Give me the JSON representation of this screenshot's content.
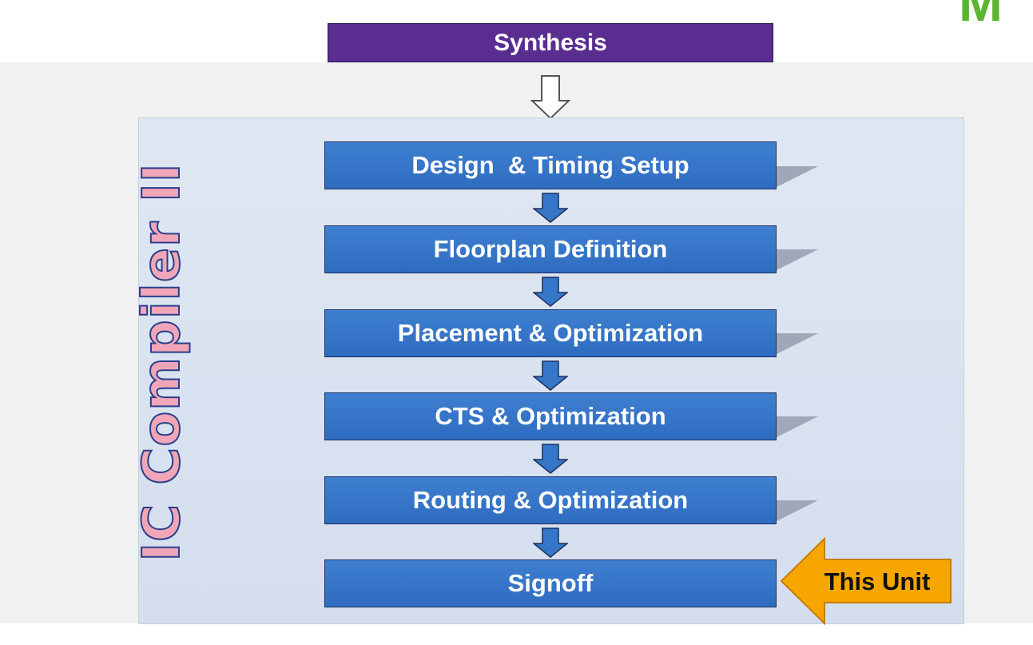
{
  "logo": {
    "text": "M"
  },
  "top_box": {
    "label": "Synthesis"
  },
  "vertical_label": "IC Compiler II",
  "stages": [
    {
      "label": "Design  & Timing Setup"
    },
    {
      "label": "Floorplan Definition"
    },
    {
      "label": "Placement & Optimization"
    },
    {
      "label": "CTS & Optimization"
    },
    {
      "label": "Routing & Optimization"
    },
    {
      "label": "Signoff"
    }
  ],
  "callout": {
    "label": "This Unit"
  },
  "colors": {
    "synthesis_fill": "#5a2d91",
    "stage_fill": "#3576c8",
    "panel_fill": "#dbe4f1",
    "callout_fill": "#f7a600",
    "label_fill": "#f1a6b8",
    "label_stroke": "#2a3f8c",
    "logo": "#5bb532"
  },
  "icons": {
    "synthesis_arrow": "hollow-down-arrow-icon",
    "step_arrow": "blue-down-arrow-icon",
    "callout_arrow": "left-block-arrow-icon"
  }
}
